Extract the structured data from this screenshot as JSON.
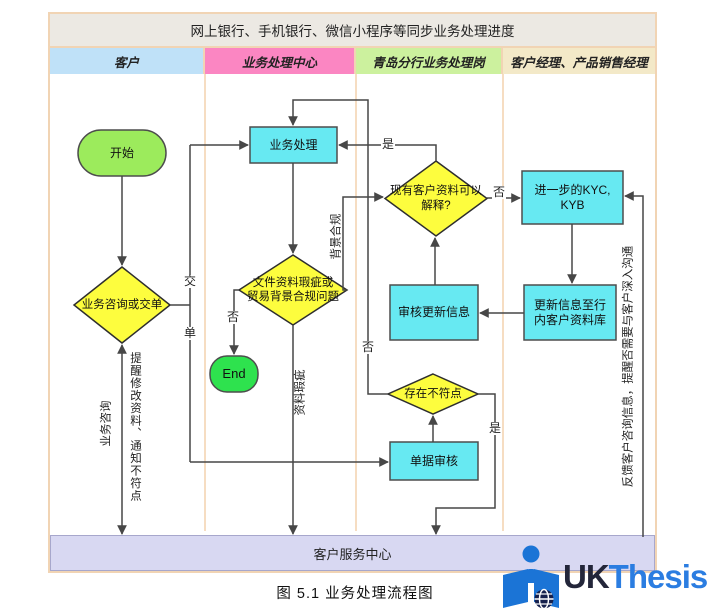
{
  "title": "网上银行、手机银行、微信小程序等同步业务处理进度",
  "lanes": [
    {
      "label": "客户",
      "color": "#bfe1f8"
    },
    {
      "label": "业务处理中心",
      "color": "#fb86c2"
    },
    {
      "label": "青岛分行业务处理岗",
      "color": "#ccf19e"
    },
    {
      "label": "客户经理、产品销售经理",
      "color": "#f3e9c8"
    }
  ],
  "nodes": {
    "start": "开始",
    "consult": "业务咨询或交单",
    "process": "业务处理",
    "defect_line1": "文件资料瑕疵或",
    "defect_line2": "贸易背景合规问题",
    "end": "End",
    "explain_line1": "现有客户资料可以",
    "explain_line2": "解释?",
    "review_update": "审核更新信息",
    "discrepancy": "存在不符点",
    "doc_review": "单据审核",
    "kyc_line1": "进一步的KYC,",
    "kyc_line2": "KYB",
    "update_line1": "更新信息至行",
    "update_line2": "内客户资料库"
  },
  "edge_labels": {
    "jiao": "交",
    "dan": "单",
    "yes": "是",
    "no": "否",
    "background_compliance": "背景合规",
    "data_defect": "资料瑕疵",
    "business_consult": "业务咨询",
    "remind_modify": "提醒修改资料、通知不符点",
    "feedback": "反馈客户咨询信息，提醒否需要与客户深入沟通"
  },
  "footer_bar": "客户服务中心",
  "caption": "图 5.1  业务处理流程图",
  "logo": {
    "uk": "UK",
    "thesis": "Thesis"
  },
  "colors": {
    "lane_customer": "#bfe1f8",
    "lane_center": "#fb86c2",
    "lane_qingdao": "#ccf19e",
    "lane_manager": "#f3e9c8",
    "title_bg": "#ece9e3",
    "grid_line": "#f1d4b4",
    "node_cyan": "#67e9f2",
    "node_yellow": "#fdfd3e",
    "start_green": "#9ceb5c",
    "end_green": "#2ee24e",
    "footer_bg": "#d8d8f2",
    "edge_line": "#474747",
    "logo_blue": "#1b74d6",
    "logo_dark": "#23263a",
    "logo_text_blue": "#2b7de1"
  }
}
